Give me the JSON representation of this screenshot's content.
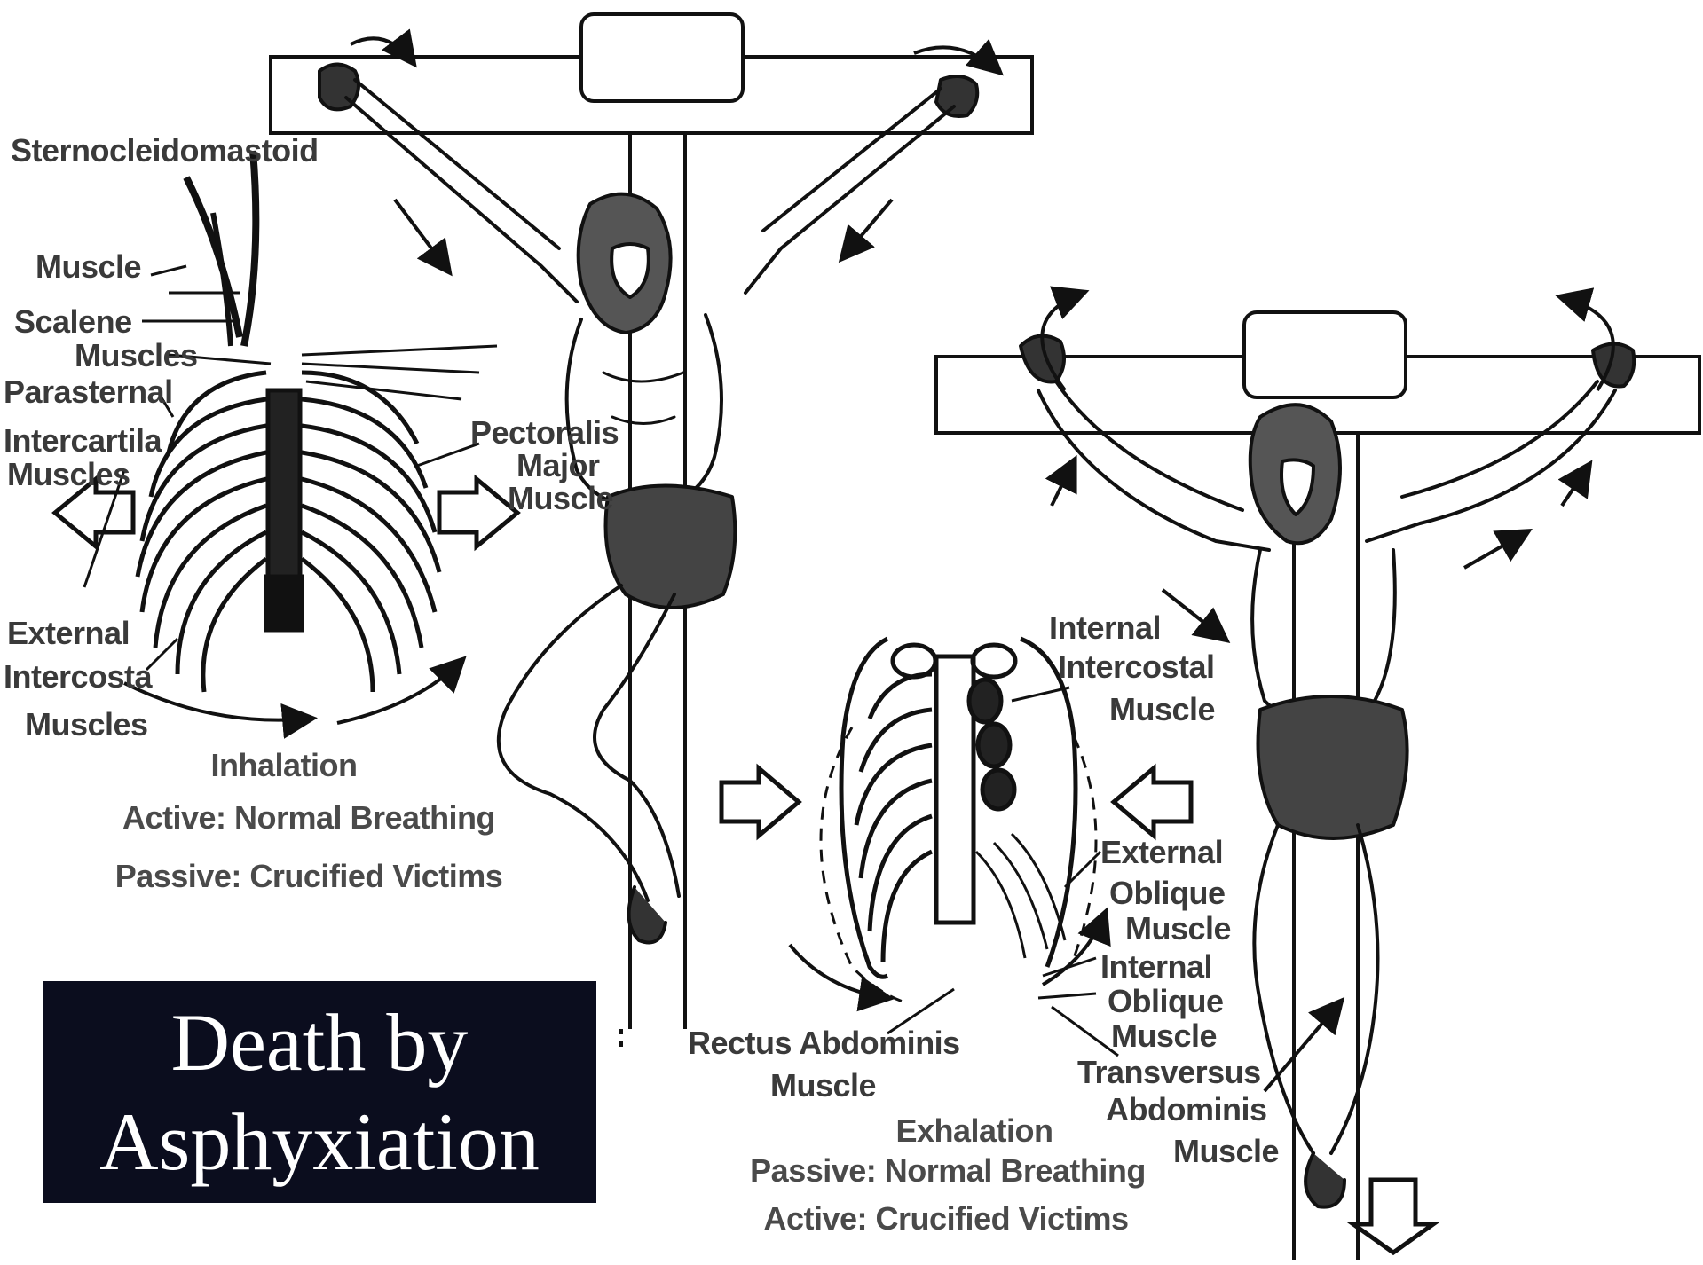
{
  "inhalation": {
    "labels": {
      "sternocleidomastoid": "Sternocleidomastoid",
      "muscle": "Muscle",
      "scalene": "Scalene",
      "scalene_muscles": "Muscles",
      "parasternal": "Parasternal",
      "intercartilaginous": "Intercartila",
      "intercartilaginous_muscles": "Muscles",
      "pectoralis": "Pectoralis",
      "major": "Major",
      "pectoralis_muscle": "Muscle",
      "external": "External",
      "intercostal": "Intercosta",
      "external_muscles": "Muscles"
    },
    "caption": {
      "title": "Inhalation",
      "active": "Active: Normal Breathing",
      "passive": "Passive: Crucified Victims"
    }
  },
  "exhalation": {
    "labels": {
      "internal": "Internal",
      "intercostal": "Intercostal",
      "internal_muscle": "Muscle",
      "external": "External",
      "oblique": "Oblique",
      "external_oblique_muscle": "Muscle",
      "internal2": "Internal",
      "oblique2": "Oblique",
      "internal_oblique_muscle": "Muscle",
      "rectus": "Rectus Abdominis",
      "rectus_muscle": "Muscle",
      "transversus": "Transversus",
      "abdominis": "Abdominis",
      "transversus_muscle": "Muscle"
    },
    "caption": {
      "title": "Exhalation",
      "passive": "Passive: Normal Breathing",
      "active": "Active: Crucified Victims"
    }
  },
  "title": {
    "line1": "Death by",
    "line2": "Asphyxiation"
  }
}
